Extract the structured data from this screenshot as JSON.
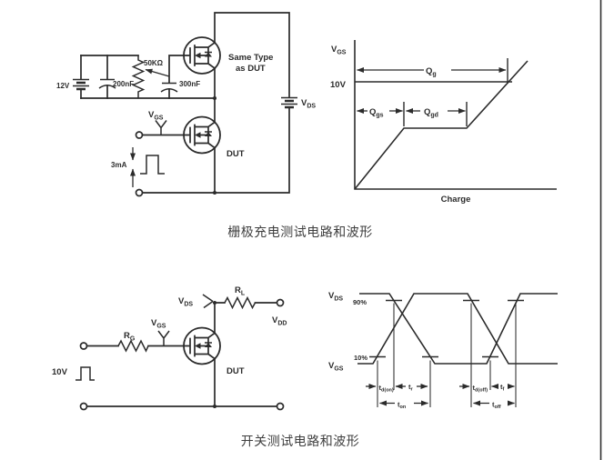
{
  "colors": {
    "background": "#ffffff",
    "ink": "#2b2b2b",
    "caption": "#3f3f3f",
    "page_border": "#2e2e2e"
  },
  "captions": {
    "gate_charge": "栅极充电测试电路和波形",
    "switching": "开关测试电路和波形"
  },
  "gate_charge_circuit": {
    "supply_label": "12V",
    "cap1_label": "200nF",
    "pot_label": "50KΩ",
    "cap2_label": "300nF",
    "same_type_line1": "Same Type",
    "same_type_line2": "as DUT",
    "vgs_probe": {
      "b": "V",
      "s": "GS"
    },
    "pulse_label": "3mA",
    "dut_label": "DUT",
    "vds_supply": {
      "b": "V",
      "s": "DS"
    }
  },
  "gate_charge_chart": {
    "y_axis": {
      "b": "V",
      "s": "GS"
    },
    "level_label": "10V",
    "qg": {
      "b": "Q",
      "s": "g"
    },
    "qgs": {
      "b": "Q",
      "s": "gs"
    },
    "qgd": {
      "b": "Q",
      "s": "gd"
    },
    "x_axis": "Charge"
  },
  "switching_circuit": {
    "pulse_label": "10V",
    "rg": {
      "b": "R",
      "s": "G"
    },
    "vgs": {
      "b": "V",
      "s": "GS"
    },
    "vds": {
      "b": "V",
      "s": "DS"
    },
    "rl": {
      "b": "R",
      "s": "L"
    },
    "vdd": {
      "b": "V",
      "s": "DD"
    },
    "dut_label": "DUT"
  },
  "switching_chart": {
    "vds": {
      "b": "V",
      "s": "DS"
    },
    "vgs": {
      "b": "V",
      "s": "GS"
    },
    "p90": "90%",
    "p10": "10%",
    "td_on": {
      "b": "t",
      "s": "d(on)"
    },
    "tr": {
      "b": "t",
      "s": "r"
    },
    "ton": {
      "b": "t",
      "s": "on"
    },
    "td_off": {
      "b": "t",
      "s": "d(off)"
    },
    "tf": {
      "b": "t",
      "s": "f"
    },
    "toff": {
      "b": "t",
      "s": "off"
    }
  }
}
